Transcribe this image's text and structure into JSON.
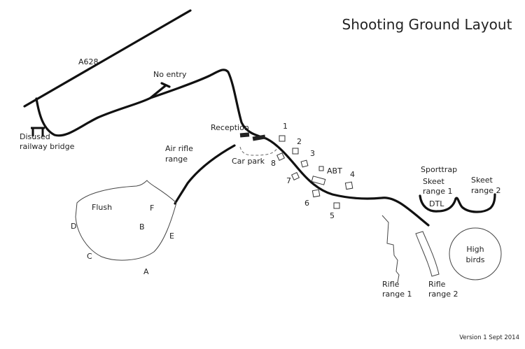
{
  "title": "Shooting Ground Layout",
  "version": "Version 1 Sept 2014",
  "labels": {
    "a628": "A628",
    "no_entry": "No entry",
    "bridge_line1": "Disused",
    "bridge_line2": "railway bridge",
    "air_rifle_line1": "Air rifle",
    "air_rifle_line2": "range",
    "reception": "Reception",
    "car_park": "Car park",
    "flush": "Flush",
    "flush_points": [
      "A",
      "B",
      "C",
      "D",
      "E",
      "F"
    ],
    "stands": [
      "1",
      "2",
      "3",
      "4",
      "5",
      "6",
      "7",
      "8"
    ],
    "abt": "ABT",
    "sporttrap": "Sporttrap",
    "skeet1_line1": "Skeet",
    "skeet1_line2": "range 1",
    "dtl": "DTL",
    "skeet2_line1": "Skeet",
    "skeet2_line2": "range 2",
    "rifle1_line1": "Rifle",
    "rifle1_line2": "range 1",
    "rifle2_line1": "Rifle",
    "rifle2_line2": "range 2",
    "high_birds_line1": "High",
    "high_birds_line2": "birds"
  }
}
